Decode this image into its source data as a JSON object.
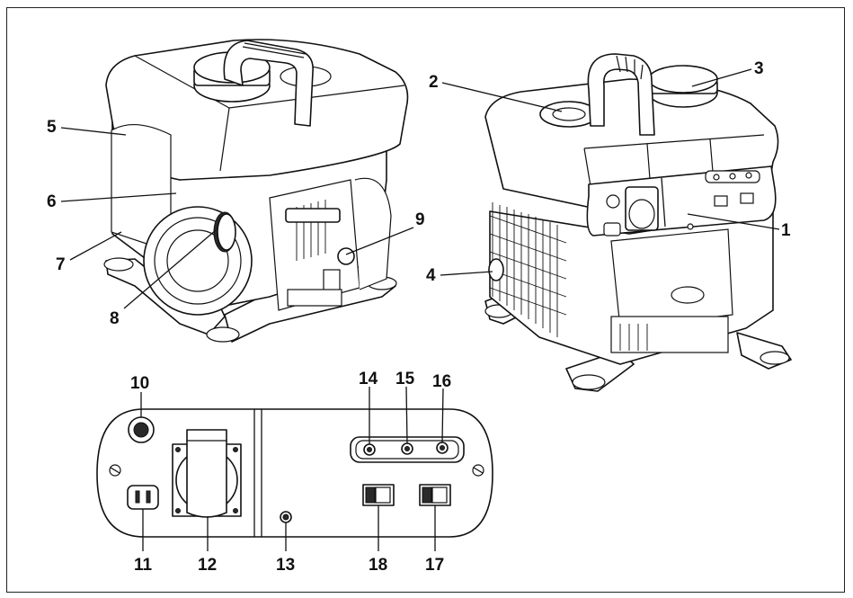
{
  "callouts": [
    "1",
    "2",
    "3",
    "4",
    "5",
    "6",
    "7",
    "8",
    "9",
    "10",
    "11",
    "12",
    "13",
    "14",
    "15",
    "16",
    "17",
    "18"
  ],
  "colors": {
    "line": "#111111",
    "background": "#ffffff",
    "frame": "#222222"
  }
}
